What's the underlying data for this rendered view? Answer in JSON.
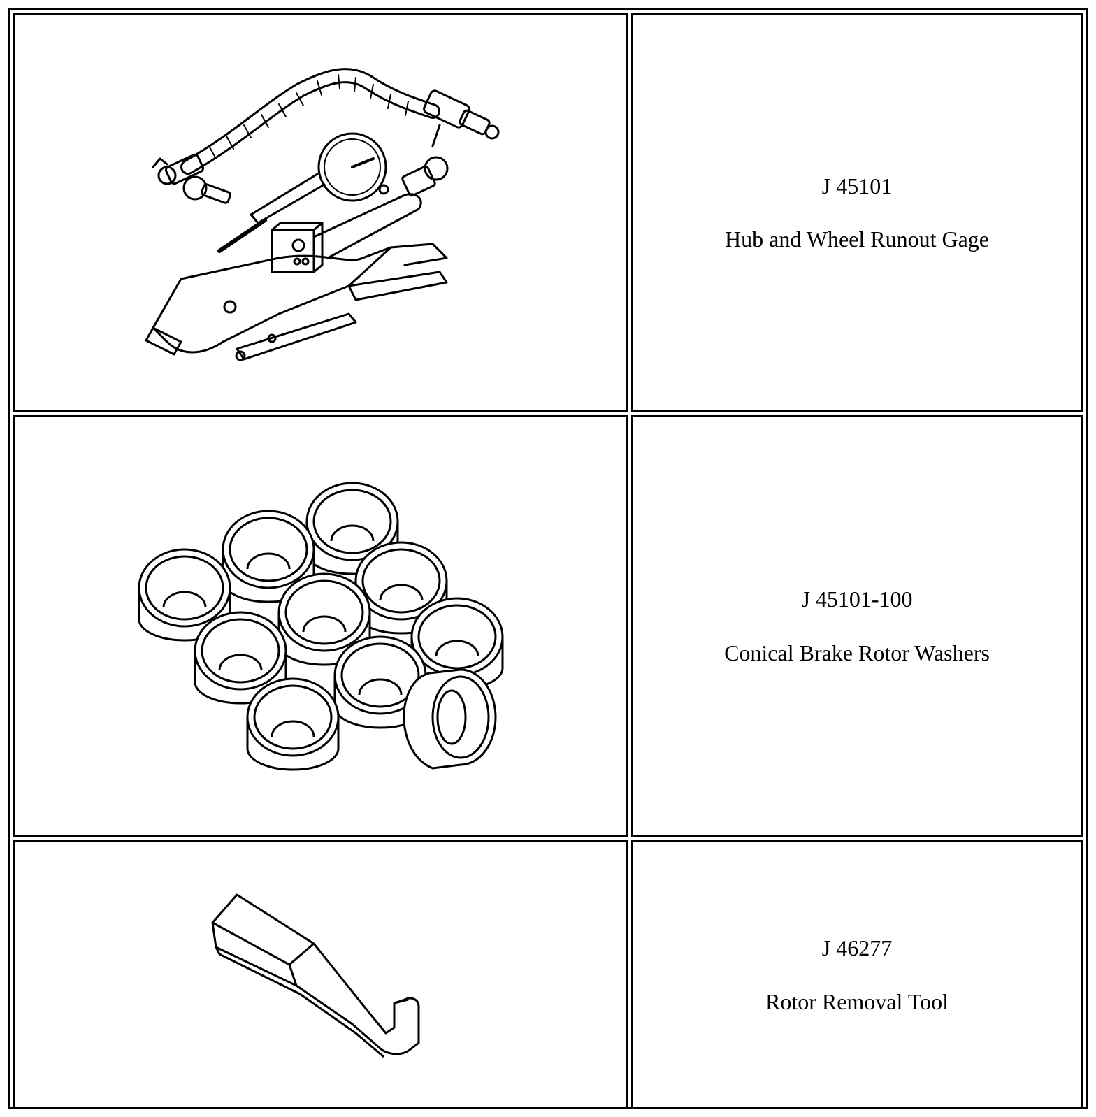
{
  "tools": [
    {
      "number": "J 45101",
      "name": "Hub and Wheel Runout Gage",
      "icon": "runout-gage-icon"
    },
    {
      "number": "J 45101-100",
      "name": "Conical Brake Rotor Washers",
      "icon": "conical-washers-icon"
    },
    {
      "number": "J 46277",
      "name": "Rotor Removal Tool",
      "icon": "rotor-removal-tool-icon"
    }
  ]
}
